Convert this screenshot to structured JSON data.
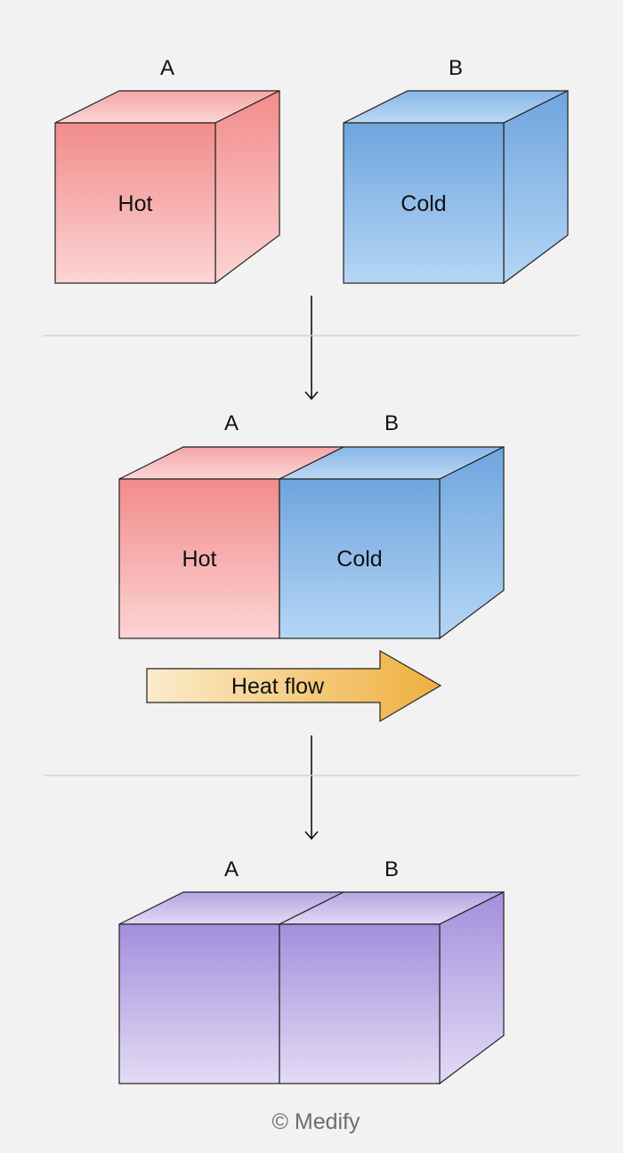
{
  "stage1": {
    "block_a": {
      "letter": "A",
      "label": "Hot"
    },
    "block_b": {
      "letter": "B",
      "label": "Cold"
    }
  },
  "stage2": {
    "block_a": {
      "letter": "A",
      "label": "Hot"
    },
    "block_b": {
      "letter": "B",
      "label": "Cold"
    },
    "arrow_label": "Heat flow"
  },
  "stage3": {
    "block_a": {
      "letter": "A"
    },
    "block_b": {
      "letter": "B"
    }
  },
  "credit": "© Medify",
  "colors": {
    "background": "#f2f2f2",
    "hot_top": "#f28b8b",
    "hot_bottom": "#fcd4d4",
    "cold_top": "#6fa5de",
    "cold_bottom": "#b5d6f5",
    "mixed_top": "#a38fdc",
    "mixed_bottom": "#e3dbf5",
    "arrow_start": "#fbeccb",
    "arrow_end": "#efaf3e",
    "divider": "#d2d2d2"
  }
}
